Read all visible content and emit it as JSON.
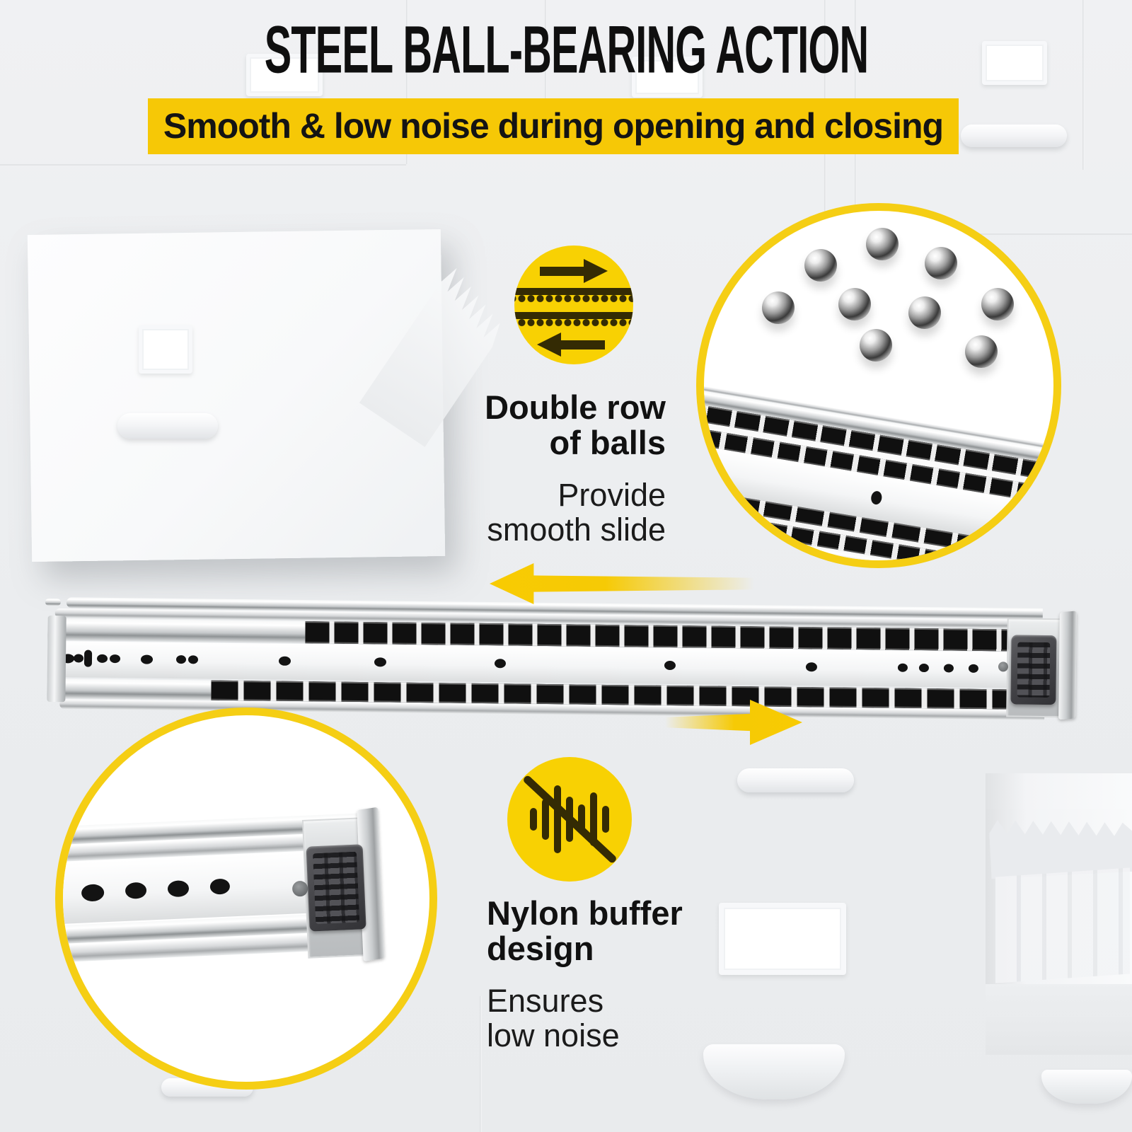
{
  "header": {
    "title": "STEEL BALL-BEARING ACTION",
    "banner": "Smooth & low noise during opening and closing"
  },
  "features": [
    {
      "id": "double-row-of-balls",
      "icon": "double-row-of-balls-icon",
      "heading_lines": [
        "Double row",
        "of balls"
      ],
      "sub_lines": [
        "Provide",
        "smooth slide"
      ]
    },
    {
      "id": "nylon-buffer",
      "icon": "no-noise-icon",
      "heading_lines": [
        "Nylon buffer",
        "design"
      ],
      "sub_lines": [
        "Ensures",
        "low noise"
      ]
    }
  ],
  "icons": {
    "double_row": "double-row-of-balls-icon",
    "no_noise": "no-noise-icon",
    "arrow_left": "yellow-arrow-left-icon",
    "arrow_right": "yellow-arrow-right-icon"
  },
  "insets": {
    "top_right": "ball-bearing-closeup",
    "bottom_left": "nylon-buffer-closeup"
  },
  "colors": {
    "banner_yellow": "#F6C806",
    "icon_yellow": "#F8D103",
    "inset_border_yellow": "#F5CE14",
    "arrow_yellow": "#F8CB02",
    "glyph_dark": "#342B04",
    "text_dark": "#161616"
  }
}
